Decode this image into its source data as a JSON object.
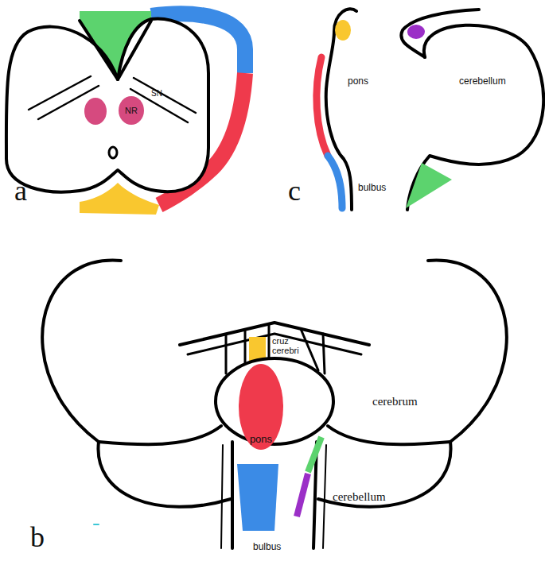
{
  "diagram": {
    "nodes": [
      {
        "text": [
          "NR"
        ]
      },
      {
        "text": [
          "pons"
        ]
      }
    ],
    "labels": [
      "SN",
      "a",
      "pons",
      "cerebellum",
      "bulbus",
      "c",
      "cruz cerebri",
      "cerebrum",
      "cerebellum",
      "bulbus",
      "b"
    ]
  }
}
